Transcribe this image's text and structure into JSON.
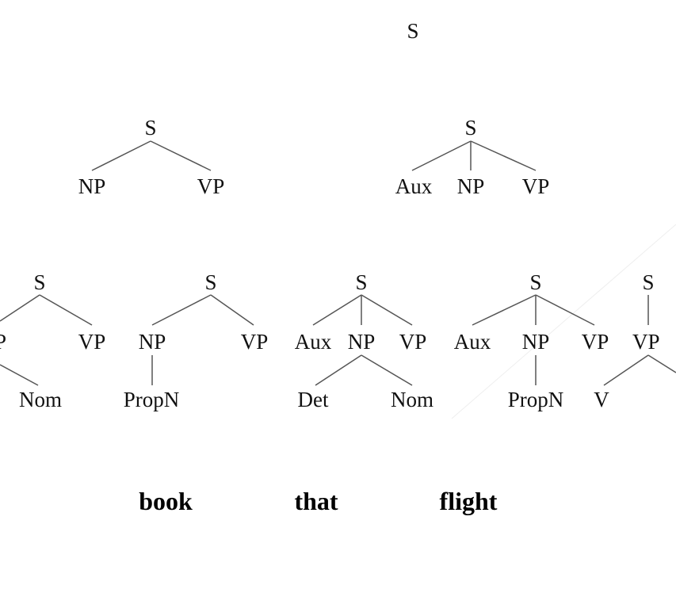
{
  "nodes": {
    "root": "S",
    "t1": {
      "s": "S",
      "np": "NP",
      "vp": "VP"
    },
    "t2": {
      "s": "S",
      "aux": "Aux",
      "np": "NP",
      "vp": "VP"
    },
    "t3": {
      "s": "S",
      "np": "P",
      "vp": "VP",
      "nom": "Nom"
    },
    "t4": {
      "s": "S",
      "np": "NP",
      "vp": "VP",
      "propn": "PropN"
    },
    "t5": {
      "s": "S",
      "aux": "Aux",
      "np": "NP",
      "vp": "VP",
      "det": "Det",
      "nom": "Nom"
    },
    "t6": {
      "s": "S",
      "aux": "Aux",
      "np": "NP",
      "vp": "VP",
      "propn": "PropN"
    },
    "t7": {
      "s": "S",
      "vp": "VP",
      "v": "V"
    }
  },
  "words": [
    "book",
    "that",
    "flight"
  ],
  "colors": {
    "text": "#111111",
    "edge": "#555555",
    "background": "#ffffff"
  }
}
